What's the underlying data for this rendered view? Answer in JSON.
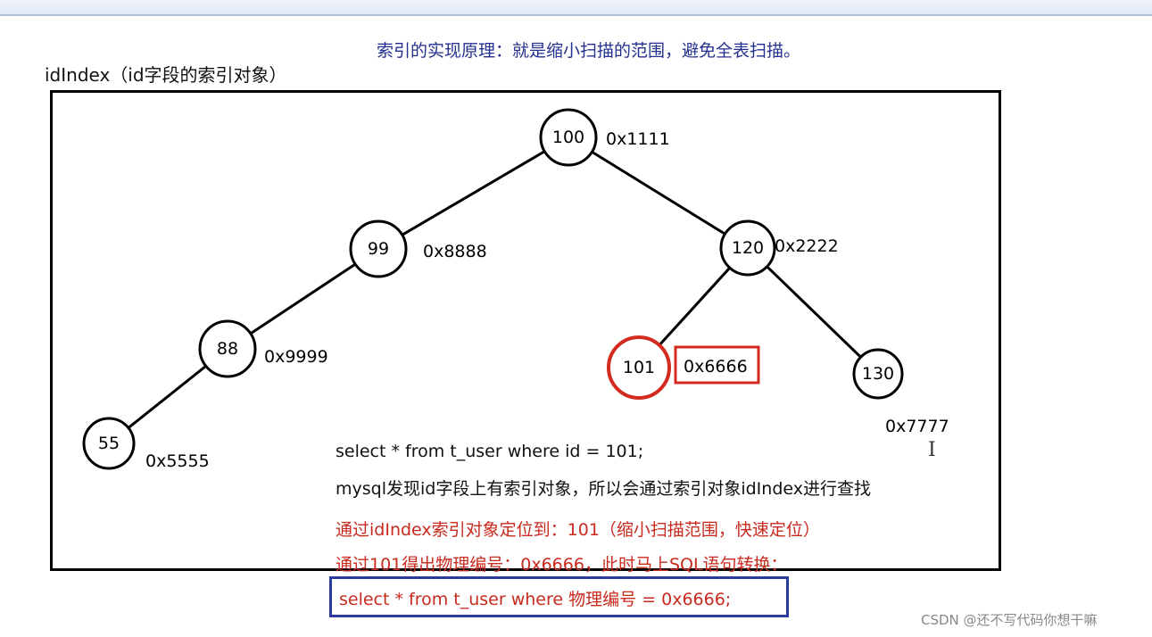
{
  "heading": "索引的实现原理：就是缩小扫描的范围，避免全表扫描。",
  "object_label": "idIndex（id字段的索引对象）",
  "tree": {
    "nodes": [
      {
        "key": "100",
        "address": "0x1111"
      },
      {
        "key": "99",
        "address": "0x8888"
      },
      {
        "key": "120",
        "address": "0x2222"
      },
      {
        "key": "88",
        "address": "0x9999"
      },
      {
        "key": "101",
        "address": "0x6666",
        "highlighted": true
      },
      {
        "key": "130",
        "address": "0x7777"
      },
      {
        "key": "55",
        "address": "0x5555"
      }
    ],
    "edges": [
      [
        "100",
        "99"
      ],
      [
        "100",
        "120"
      ],
      [
        "99",
        "88"
      ],
      [
        "88",
        "55"
      ],
      [
        "120",
        "101"
      ],
      [
        "120",
        "130"
      ]
    ]
  },
  "query": {
    "sql": "select * from t_user where id = 101;",
    "description": "mysql发现id字段上有索引对象，所以会通过索引对象idIndex进行查找",
    "step1": "通过idIndex索引对象定位到：101（缩小扫描范围，快速定位）",
    "step2": "通过101得出物理编号：0x6666，此时马上SQL语句转换：",
    "final_sql": "select * from t_user where 物理编号 = 0x6666;"
  },
  "cursor_glyph": "I",
  "watermark": "CSDN @还不写代码你想干嘛",
  "colors": {
    "heading": "#23308f",
    "highlight": "#d22b1f",
    "step_text": "#c82a1e",
    "final_box_border": "#2b3a9f"
  }
}
